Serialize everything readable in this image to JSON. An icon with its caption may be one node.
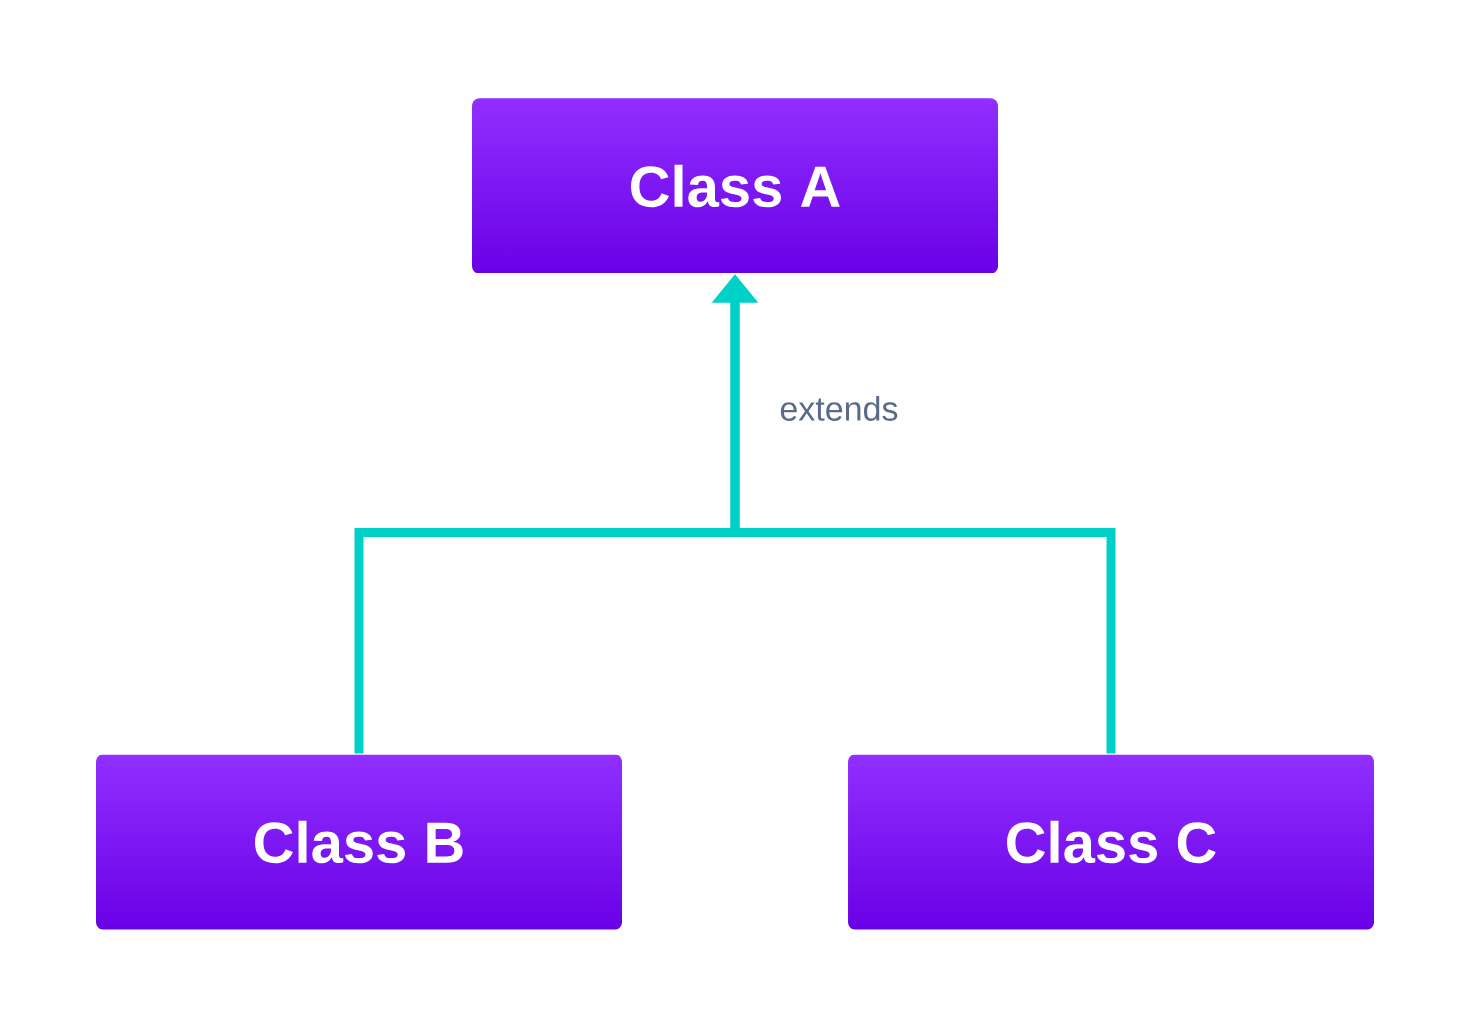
{
  "diagram": {
    "nodes": [
      {
        "text": [
          "Class A"
        ]
      },
      {
        "text": [
          "Class B"
        ]
      },
      {
        "text": [
          "Class C"
        ]
      }
    ],
    "edges": [
      {
        "from": 1,
        "to": 0,
        "arrow": "to",
        "label": "extends"
      },
      {
        "from": 2,
        "to": 0,
        "arrow": "to"
      }
    ]
  }
}
